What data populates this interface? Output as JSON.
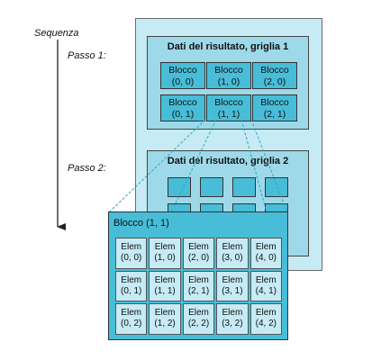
{
  "sequence_label": "Sequenza",
  "step1_label": "Passo 1:",
  "step2_label": "Passo 2:",
  "grid1": {
    "title": "Dati del risultato, griglia 1",
    "blocks": [
      {
        "line1": "Blocco",
        "line2": "(0, 0)"
      },
      {
        "line1": "Blocco",
        "line2": "(1, 0)"
      },
      {
        "line1": "Blocco",
        "line2": "(2, 0)"
      },
      {
        "line1": "Blocco",
        "line2": "(0, 1)"
      },
      {
        "line1": "Blocco",
        "line2": "(1, 1)"
      },
      {
        "line1": "Blocco",
        "line2": "(2, 1)"
      }
    ]
  },
  "grid2": {
    "title": "Dati del risultato, griglia 2"
  },
  "detail": {
    "title": "Blocco (1, 1)",
    "elements": [
      {
        "line1": "Elem",
        "line2": "(0, 0)"
      },
      {
        "line1": "Elem",
        "line2": "(1, 0)"
      },
      {
        "line1": "Elem",
        "line2": "(2, 0)"
      },
      {
        "line1": "Elem",
        "line2": "(3, 0)"
      },
      {
        "line1": "Elem",
        "line2": "(4, 0)"
      },
      {
        "line1": "Elem",
        "line2": "(0, 1)"
      },
      {
        "line1": "Elem",
        "line2": "(1, 1)"
      },
      {
        "line1": "Elem",
        "line2": "(2, 1)"
      },
      {
        "line1": "Elem",
        "line2": "(3, 1)"
      },
      {
        "line1": "Elem",
        "line2": "(4, 1)"
      },
      {
        "line1": "Elem",
        "line2": "(0, 2)"
      },
      {
        "line1": "Elem",
        "line2": "(1, 2)"
      },
      {
        "line1": "Elem",
        "line2": "(2, 2)"
      },
      {
        "line1": "Elem",
        "line2": "(3, 2)"
      },
      {
        "line1": "Elem",
        "line2": "(4, 2)"
      }
    ]
  },
  "colors": {
    "panel_light": "#c6ebf4",
    "grid_fill": "#9ed9e9",
    "block_fill": "#48bdd8",
    "connector": "#2aa6c8"
  }
}
